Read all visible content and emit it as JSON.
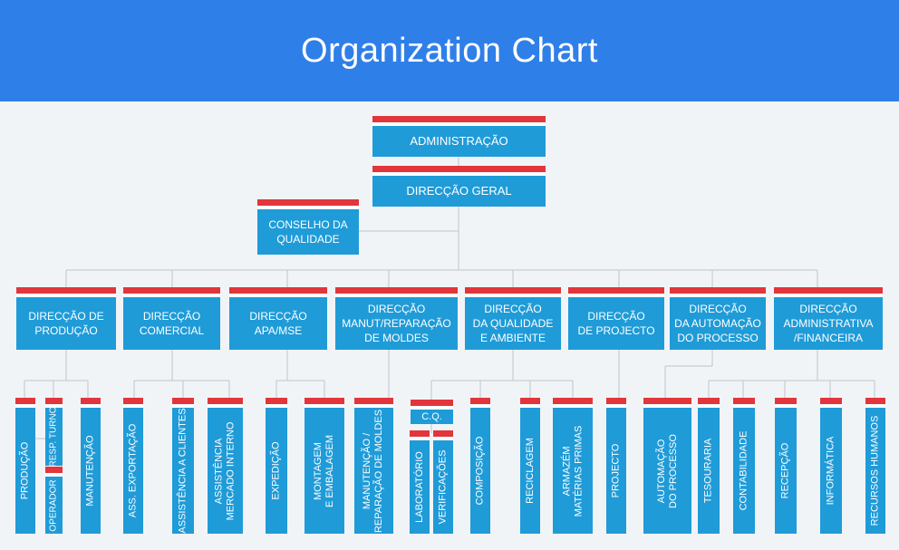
{
  "title": "Organization Chart",
  "colors": {
    "header": "#2f7fe8",
    "background": "#f1f4f7",
    "box": "#1f9bd8",
    "accent": "#e2353c",
    "line": "#bfc5cb",
    "text": "#ffffff"
  },
  "nodes": {
    "administracao": "ADMINISTRAÇÃO",
    "direccao_geral": "DIRECÇÃO GERAL",
    "conselho_qualidade": "CONSELHO DA\nQUALIDADE",
    "dir_producao": "DIRECÇÃO DE\nPRODUÇÃO",
    "dir_comercial": "DIRECÇÃO\nCOMERCIAL",
    "dir_apa_mse": "DIRECÇÃO\nAPA/MSE",
    "dir_manut": "DIRECÇÃO\nMANUT/REPARAÇÃO\nDE MOLDES",
    "dir_qualidade_ambiente": "DIRECÇÃO\nDA QUALIDADE\nE AMBIENTE",
    "dir_projecto": "DIRECÇÃO\nDE PROJECTO",
    "dir_automacao": "DIRECÇÃO\nDA AUTOMAÇÃO\nDO PROCESSO",
    "dir_admin_financeira": "DIRECÇÃO\nADMINISTRATIVA\n/FINANCEIRA",
    "producao": "PRODUÇÃO",
    "resp_turno": "RESP. TURNO",
    "operador": "OPERADOR",
    "manutencao": "MANUTENÇÃO",
    "ass_exportacao": "ASS. EXPORTAÇÃO",
    "assistencia_clientes": "ASSISTÊNCIA A CLIENTES",
    "assistencia_mercado": "ASSISTÊNCIA\nMERCADO INTERNO",
    "expedicao": "EXPEDIÇÃO",
    "montagem": "MONTAGEM\nE EMBALAGEM",
    "manutencao_reparacao": "MANUTENÇÃO /\nREPARAÇÃO DE MOLDES",
    "cq": "C.Q.",
    "laboratorio": "LABORATÓRIO",
    "verificacoes": "VERIFICAÇÕES",
    "composicao": "COMPOSIÇÃO",
    "reciclagem": "RECICLAGEM",
    "armazem": "ARMAZÉM\nMATÉRIAS PRIMAS",
    "projecto": "PROJECTO",
    "automacao_processo": "AUTOMAÇÃO\nDO PROCESSO",
    "tesouraria": "TESOURARIA",
    "contabilidade": "CONTABILIDADE",
    "recepcao": "RECEPÇÃO",
    "informatica": "INFORMÁTICA",
    "recursos_humanos": "RECURSOS HUMANOS"
  }
}
